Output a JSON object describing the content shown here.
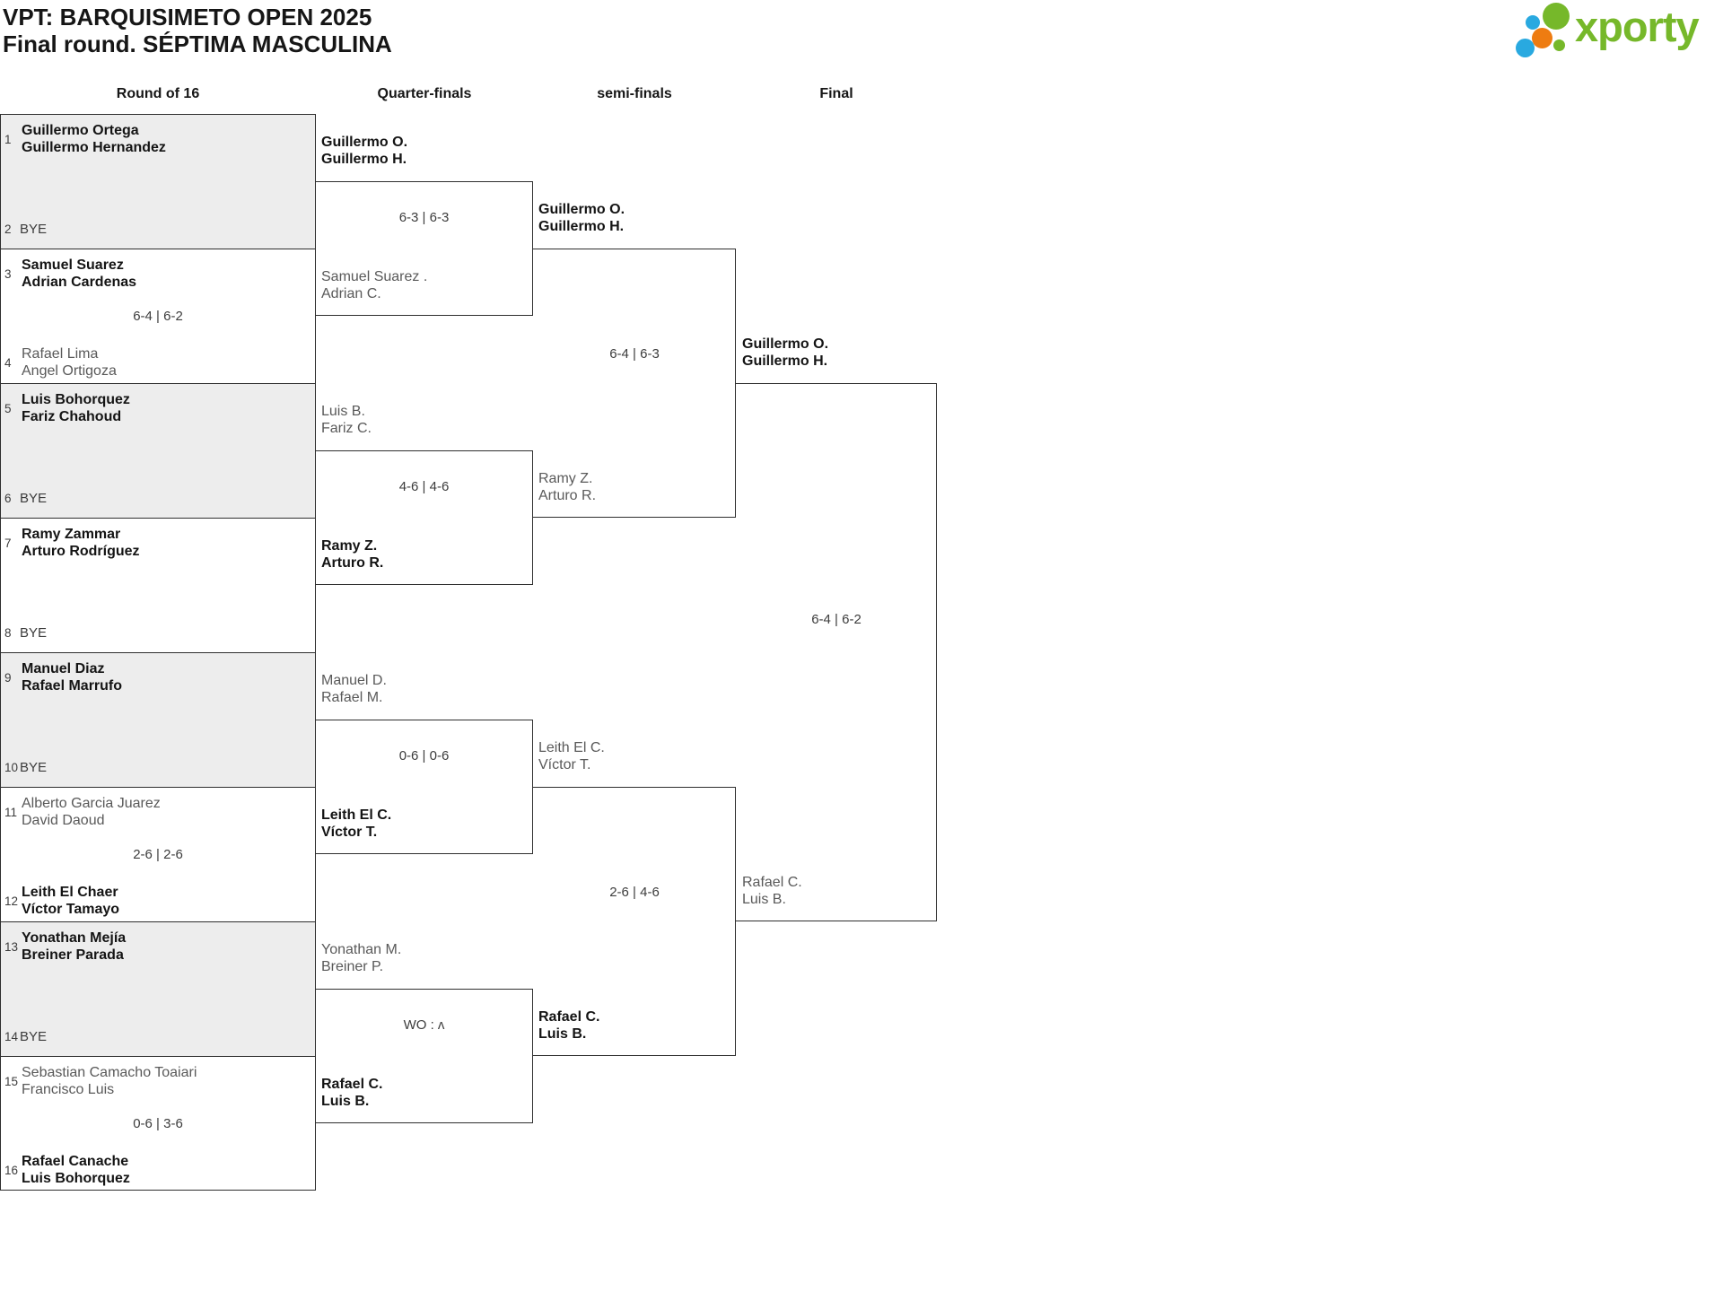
{
  "title": {
    "line1": "VPT: BARQUISIMETO OPEN 2025",
    "line2": "Final round. SÉPTIMA MASCULINA"
  },
  "logo": {
    "text": "xporty",
    "green": "#76b82a",
    "blue": "#29a9e0",
    "orange": "#ee7c11"
  },
  "columns": [
    {
      "label": "Round of 16"
    },
    {
      "label": "Quarter-finals"
    },
    {
      "label": "semi-finals"
    },
    {
      "label": "Final"
    }
  ],
  "round_of_16": {
    "matches": [
      {
        "shaded": true,
        "score": null,
        "top": {
          "seed": "1",
          "winner": true,
          "lines": [
            "Guillermo Ortega",
            "Guillermo Hernandez"
          ]
        },
        "bottom": {
          "seed": "2",
          "bye": true,
          "winner": false,
          "lines": [
            "BYE"
          ]
        }
      },
      {
        "shaded": false,
        "score": "6-4 | 6-2",
        "top": {
          "seed": "3",
          "winner": true,
          "lines": [
            "Samuel Suarez",
            "Adrian Cardenas"
          ]
        },
        "bottom": {
          "seed": "4",
          "bye": false,
          "winner": false,
          "lines": [
            "Rafael Lima",
            "Angel Ortigoza"
          ]
        }
      },
      {
        "shaded": true,
        "score": null,
        "top": {
          "seed": "5",
          "winner": true,
          "lines": [
            "Luis Bohorquez",
            "Fariz Chahoud"
          ]
        },
        "bottom": {
          "seed": "6",
          "bye": true,
          "winner": false,
          "lines": [
            "BYE"
          ]
        }
      },
      {
        "shaded": false,
        "score": null,
        "top": {
          "seed": "7",
          "winner": true,
          "lines": [
            "Ramy Zammar",
            "Arturo Rodríguez"
          ]
        },
        "bottom": {
          "seed": "8",
          "bye": true,
          "winner": false,
          "lines": [
            "BYE"
          ]
        }
      },
      {
        "shaded": true,
        "score": null,
        "top": {
          "seed": "9",
          "winner": true,
          "lines": [
            "Manuel Diaz",
            "Rafael Marrufo"
          ]
        },
        "bottom": {
          "seed": "10",
          "bye": true,
          "winner": false,
          "lines": [
            "BYE"
          ]
        }
      },
      {
        "shaded": false,
        "score": "2-6 | 2-6",
        "top": {
          "seed": "11",
          "winner": false,
          "lines": [
            "Alberto Garcia Juarez",
            "David Daoud"
          ]
        },
        "bottom": {
          "seed": "12",
          "bye": false,
          "winner": true,
          "lines": [
            "Leith El Chaer",
            "Víctor Tamayo"
          ]
        }
      },
      {
        "shaded": true,
        "score": null,
        "top": {
          "seed": "13",
          "winner": true,
          "lines": [
            "Yonathan Mejía",
            "Breiner Parada"
          ]
        },
        "bottom": {
          "seed": "14",
          "bye": true,
          "winner": false,
          "lines": [
            "BYE"
          ]
        }
      },
      {
        "shaded": false,
        "score": "0-6 | 3-6",
        "top": {
          "seed": "15",
          "winner": false,
          "lines": [
            "Sebastian Camacho Toaiari",
            "Francisco Luis"
          ]
        },
        "bottom": {
          "seed": "16",
          "bye": false,
          "winner": true,
          "lines": [
            "Rafael Canache",
            "Luis Bohorquez"
          ]
        }
      }
    ]
  },
  "quarter_finals": [
    {
      "score": "6-3 | 6-3",
      "top": {
        "winner": true,
        "lines": [
          "Guillermo O.",
          "Guillermo H."
        ]
      },
      "bottom": {
        "winner": false,
        "lines": [
          "Samuel Suarez .",
          "Adrian C."
        ]
      }
    },
    {
      "score": "4-6 | 4-6",
      "top": {
        "winner": false,
        "lines": [
          "Luis B.",
          "Fariz C."
        ]
      },
      "bottom": {
        "winner": true,
        "lines": [
          "Ramy Z.",
          "Arturo R."
        ]
      }
    },
    {
      "score": "0-6 | 0-6",
      "top": {
        "winner": false,
        "lines": [
          "Manuel D.",
          "Rafael M."
        ]
      },
      "bottom": {
        "winner": true,
        "lines": [
          "Leith El C.",
          "Víctor T."
        ]
      }
    },
    {
      "score": "WO : ʌ",
      "top": {
        "winner": false,
        "lines": [
          "Yonathan M.",
          "Breiner P."
        ]
      },
      "bottom": {
        "winner": true,
        "lines": [
          "Rafael C.",
          "Luis B."
        ]
      }
    }
  ],
  "semi_finals": [
    {
      "score": "6-4 | 6-3",
      "top": {
        "winner": true,
        "lines": [
          "Guillermo O.",
          "Guillermo H."
        ]
      },
      "bottom": {
        "winner": false,
        "lines": [
          "Ramy Z.",
          "Arturo R."
        ]
      }
    },
    {
      "score": "2-6 | 4-6",
      "top": {
        "winner": false,
        "lines": [
          "Leith El C.",
          "Víctor T."
        ]
      },
      "bottom": {
        "winner": true,
        "lines": [
          "Rafael C.",
          "Luis B."
        ]
      }
    }
  ],
  "final": {
    "score": "6-4 | 6-2",
    "top": {
      "winner": true,
      "lines": [
        "Guillermo O.",
        "Guillermo H."
      ]
    },
    "bottom": {
      "winner": false,
      "lines": [
        "Rafael C.",
        "Luis B."
      ]
    }
  }
}
